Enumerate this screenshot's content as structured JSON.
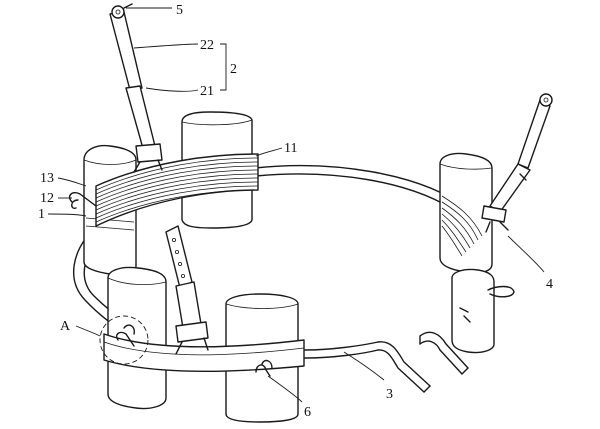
{
  "labels": {
    "l5": "5",
    "l22": "22",
    "l21": "21",
    "l2": "2",
    "l11": "11",
    "l13": "13",
    "l12": "12",
    "l1": "1",
    "l4": "4",
    "lA": "A",
    "l3": "3",
    "l6": "6"
  }
}
